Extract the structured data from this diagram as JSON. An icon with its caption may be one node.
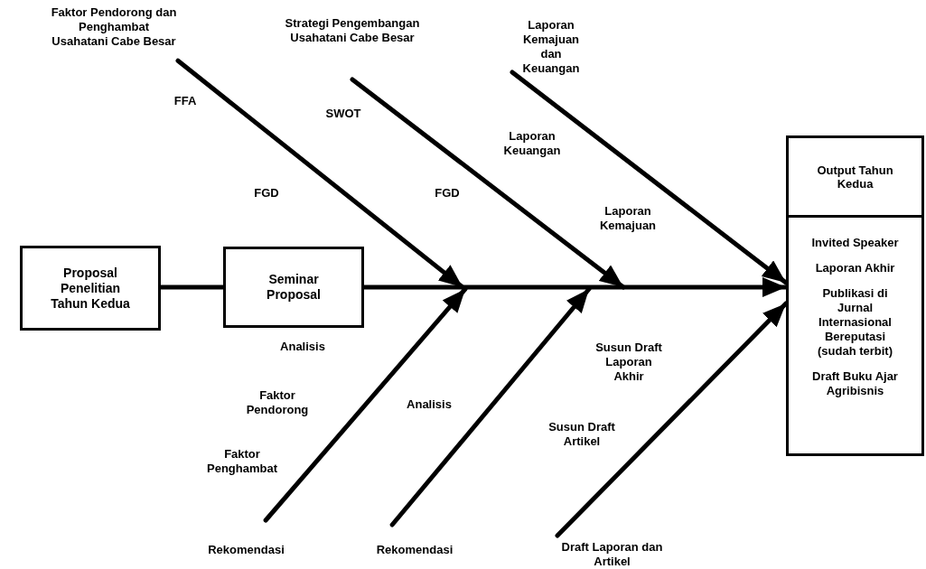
{
  "diagram": {
    "nodes": [
      {
        "text": [
          "Proposal Penelitian Tahun Kedua"
        ]
      },
      {
        "text": [
          "Seminar Proposal"
        ]
      },
      {
        "text": [
          "Output Tahun Kedua",
          "Invited Speaker",
          "Laporan Akhir",
          "Publikasi di Jurnal Internasional Bereputasi (sudah terbit)",
          "Draft Buku Ajar Agribisnis"
        ]
      },
      {
        "text": [
          "Faktor Pendorong dan Penghambat Usahatani Cabe Besar"
        ]
      },
      {
        "text": [
          "Strategi Pengembangan Usahatani Cabe Besar"
        ]
      },
      {
        "text": [
          "Laporan Kemajuan dan Keuangan"
        ]
      },
      {
        "text": [
          "Rekomendasi"
        ]
      },
      {
        "text": [
          "Rekomendasi"
        ]
      },
      {
        "text": [
          "Draft Laporan dan Artikel"
        ]
      }
    ],
    "edges": [
      {
        "from": 0,
        "to": 1,
        "arrow": "none"
      },
      {
        "from": 1,
        "to": 2,
        "arrow": "to"
      },
      {
        "from": 3,
        "to": null,
        "arrow": "to"
      },
      {
        "from": 4,
        "to": null,
        "arrow": "to"
      },
      {
        "from": 5,
        "to": 2,
        "arrow": "to"
      },
      {
        "from": 6,
        "to": null,
        "arrow": "to"
      },
      {
        "from": 7,
        "to": null,
        "arrow": "to"
      },
      {
        "from": 8,
        "to": 2,
        "arrow": "to"
      }
    ],
    "labels": [
      "FFA",
      "SWOT",
      "Laporan Keuangan",
      "FGD",
      "FGD",
      "Laporan Kemajuan",
      "Analisis",
      "Susun Draft Laporan Akhir",
      "Faktor Pendorong",
      "Analisis",
      "Susun Draft Artikel",
      "Faktor Penghambat"
    ]
  }
}
